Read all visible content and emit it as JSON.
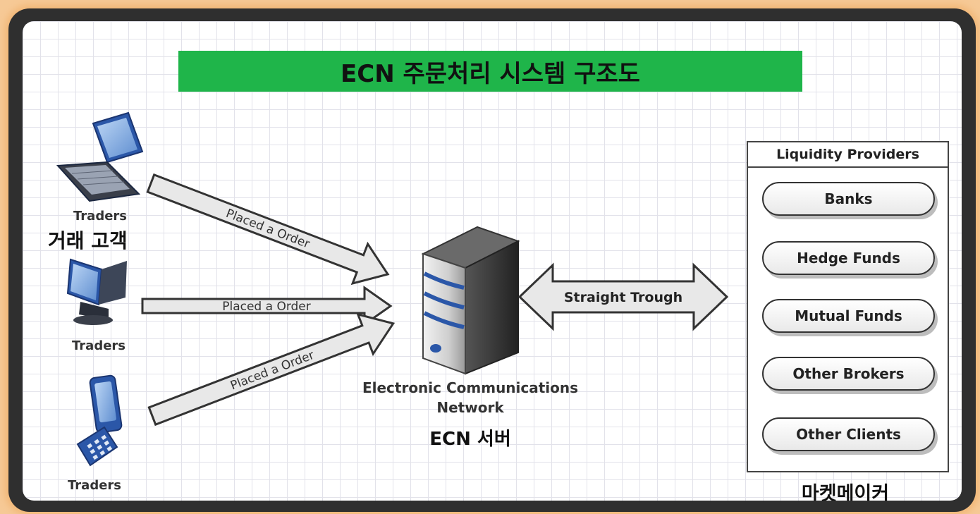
{
  "title": "ECN 주문처리 시스템 구조도",
  "traders": [
    {
      "label": "Traders",
      "icon": "laptop-icon"
    },
    {
      "label": "Traders",
      "icon": "monitor-icon"
    },
    {
      "label": "Traders",
      "icon": "mobile-phone-icon"
    }
  ],
  "traders_korean": "거래 고객",
  "order_arrows": [
    "Placed a Order",
    "Placed a Order",
    "Placed a Order"
  ],
  "server": {
    "icon": "server-icon",
    "label_line1": "Electronic Communications",
    "label_line2": "Network",
    "korean": "ECN 서버"
  },
  "connection_label": "Straight Trough",
  "liquidity": {
    "header": "Liquidity Providers",
    "items": [
      "Banks",
      "Hedge Funds",
      "Mutual Funds",
      "Other Brokers",
      "Other Clients"
    ],
    "korean": "마켓메이커"
  },
  "colors": {
    "title_banner": "#1fb54a",
    "frame": "#2f2f2f",
    "outer_glow": "#f6c996",
    "device_blue": "#2b57a8",
    "arrow_fill": "#e8e8e8"
  }
}
